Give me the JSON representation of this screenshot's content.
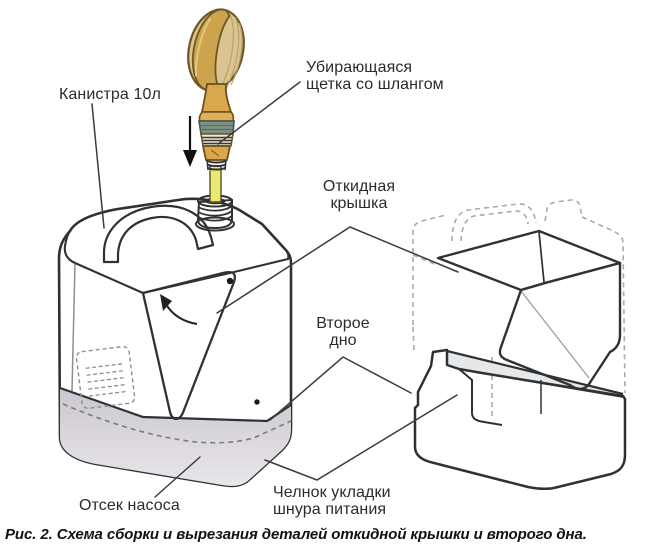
{
  "figure": {
    "caption": "Рис. 2. Схема сборки и вырезания деталей откидной крышки и второго дна.",
    "labels": {
      "canister": "Канистра 10л",
      "brush": "Убирающаяся\nщетка со шлангом",
      "lid": "Откидная\nкрышка",
      "second_bottom": "Второе\nдно",
      "pump": "Отсек насоса",
      "shuttle": "Челнок укладки\nшнура питания"
    },
    "colors": {
      "background": "#ffffff",
      "text": "#2b2b2b",
      "outline": "#2f3235",
      "pointer": "#3c3c3c",
      "ghost": "#a6abb0",
      "body": "#e7e9eb",
      "band": "#d5d1d8",
      "lid_piece": "#d9e6ee",
      "tray_piece": "#d3c8d0",
      "brush_back": "#cda44e",
      "bristles": "#dbc392",
      "hose": "#e9e973"
    }
  }
}
